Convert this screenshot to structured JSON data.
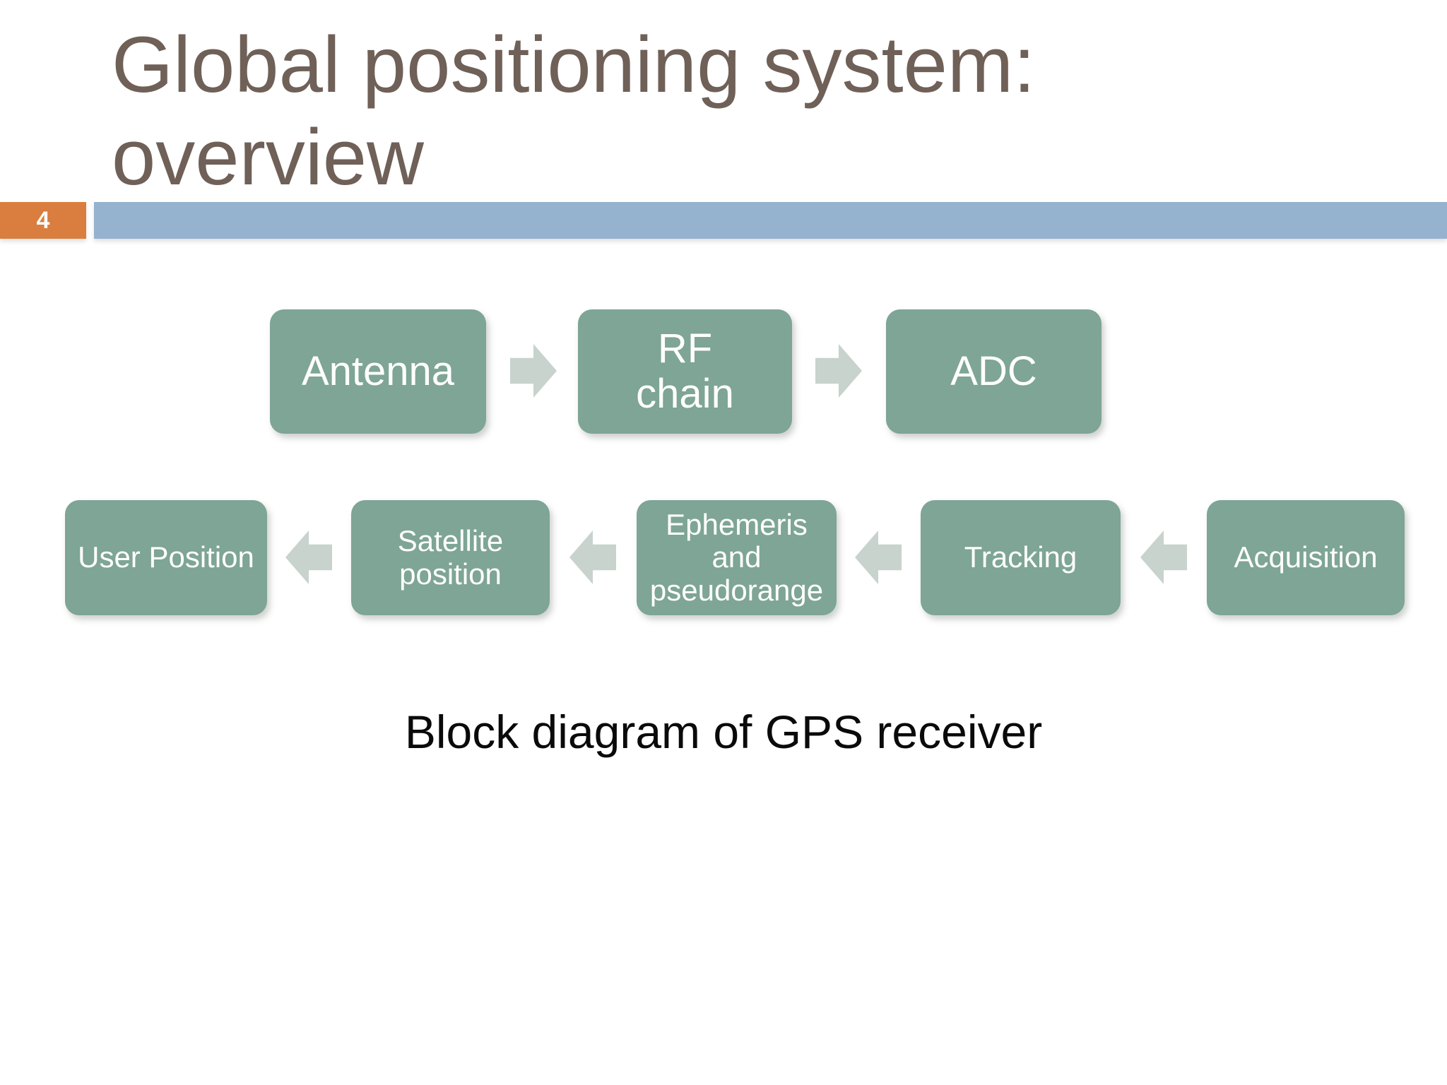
{
  "slide": {
    "title_line1": "Global positioning system:",
    "title_line2": "overview",
    "page_number": "4",
    "caption": "Block diagram of GPS receiver"
  },
  "colors": {
    "title_text": "#6F6058",
    "page_number_box": "#D97E3E",
    "header_bar": "#95B2CF",
    "diagram_block": "#7EA596",
    "flow_arrow": "#C7D3CC",
    "block_text": "#FFFFFF",
    "caption_text": "#0A0A0A"
  },
  "diagram": {
    "top_row": [
      {
        "label": "Antenna"
      },
      {
        "label": "RF chain"
      },
      {
        "label": "ADC"
      }
    ],
    "top_row_flow": "left-to-right",
    "bottom_row": [
      {
        "label": "User Position"
      },
      {
        "label": "Satellite position"
      },
      {
        "label": "Ephemeris and pseudorange"
      },
      {
        "label": "Tracking"
      },
      {
        "label": "Acquisition"
      }
    ],
    "bottom_row_flow": "right-to-left"
  }
}
